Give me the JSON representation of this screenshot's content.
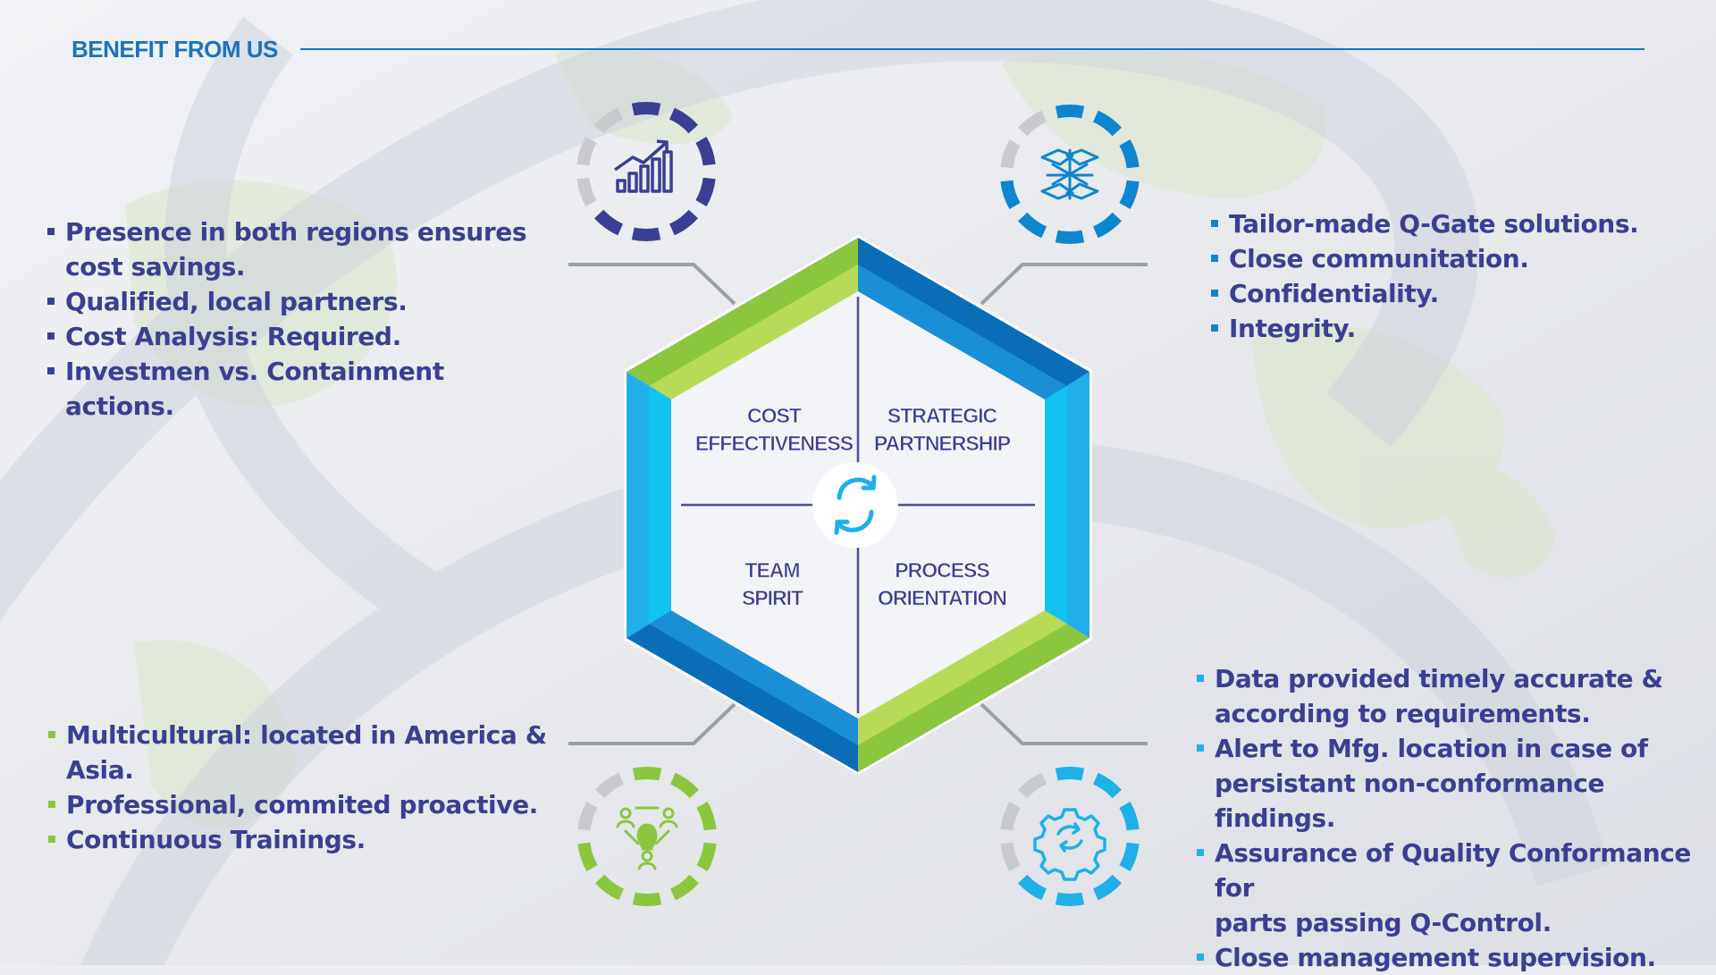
{
  "header": {
    "title": "BENEFIT FROM US"
  },
  "hexagon": {
    "quadrants": [
      {
        "line1": "COST",
        "line2": "EFFECTIVENESS"
      },
      {
        "line1": "STRATEGIC",
        "line2": "PARTNERSHIP"
      },
      {
        "line1": "TEAM",
        "line2": "SPIRIT"
      },
      {
        "line1": "PROCESS",
        "line2": "ORIENTATION"
      }
    ],
    "center_icon": "refresh-arrows-icon"
  },
  "icons": {
    "top_left": "bar-chart-growth-icon",
    "top_right": "stacked-hands-icon",
    "bottom_left": "team-lightbulb-icon",
    "bottom_right": "gear-cycle-icon"
  },
  "lists": {
    "top_left": {
      "items": [
        {
          "line1": "Presence in both regions ensures",
          "line2": "cost savings."
        },
        {
          "line1": "Qualified, local partners."
        },
        {
          "line1": "Cost Analysis: Required."
        },
        {
          "line1": "Investmen vs. Containment actions."
        }
      ]
    },
    "top_right": {
      "items": [
        {
          "line1": "Tailor-made Q-Gate solutions."
        },
        {
          "line1": "Close communitation."
        },
        {
          "line1": "Confidentiality."
        },
        {
          "line1": "Integrity."
        }
      ]
    },
    "bottom_left": {
      "items": [
        {
          "line1": "Multicultural: located in America & Asia."
        },
        {
          "line1": "Professional, commited proactive."
        },
        {
          "line1": "Continuous Trainings."
        }
      ]
    },
    "bottom_right": {
      "items": [
        {
          "line1": "Data provided timely accurate &",
          "line2": "according to requirements."
        },
        {
          "line1": "Alert to Mfg. location in case of",
          "line2": "persistant non-conformance findings."
        },
        {
          "line1": "Assurance of Quality Conformance for",
          "line2": "parts passing Q-Control."
        },
        {
          "line1": "Close management supervision."
        }
      ]
    }
  },
  "colors": {
    "title_blue": "#1a73c2",
    "text_navy": "#3a3f93",
    "green": "#8cc63f",
    "green_light": "#b7db56",
    "blue": "#0e86cf",
    "blue_dark": "#0b6db8",
    "cyan": "#1fb0ea",
    "gray": "#c8c8c8"
  }
}
